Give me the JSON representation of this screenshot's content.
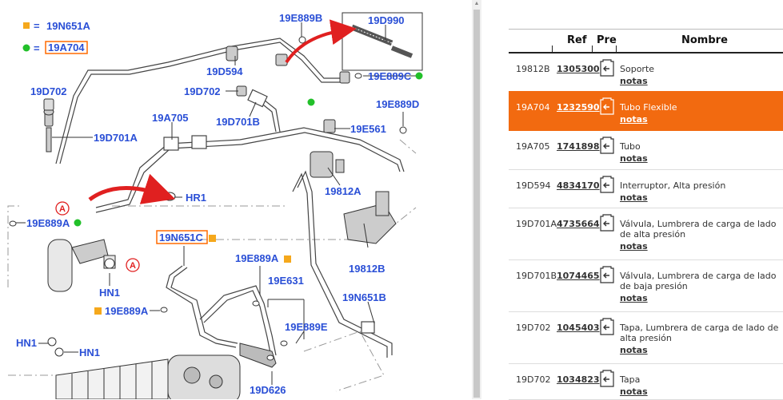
{
  "diagram": {
    "legend": [
      {
        "code": "19N651A",
        "marker_color": "#f5a81c",
        "marker": "square"
      },
      {
        "code": "19A704",
        "marker_color": "#22c02a",
        "marker": "dot",
        "highlighted": true
      }
    ],
    "callouts": [
      "19E889B",
      "19D990",
      "19E889C",
      "19D594",
      "19D702",
      "19D701B",
      "19E889D",
      "19D702",
      "19A705",
      "19E561",
      "19D701A",
      "HR1",
      "19812A",
      "A",
      "19E889A",
      "19N651C",
      "A",
      "19E889A",
      "HN1",
      "19E631",
      "19812B",
      "19N651B",
      "19E889A",
      "19E889E",
      "HN1",
      "HN1",
      "19D626"
    ],
    "colors": {
      "label": "#2a4fd6",
      "arrow": "#e02020",
      "highlight_box": "#ff6a00",
      "green": "#22c02a",
      "orange": "#f5a81c"
    }
  },
  "table": {
    "headers": {
      "ref": "Ref",
      "pre": "Pre",
      "name": "Nombre"
    },
    "selected_index": 1,
    "rows": [
      {
        "code": "19812B",
        "ref": "1305300",
        "name": "Soporte",
        "notes": "notas"
      },
      {
        "code": "19A704",
        "ref": "1232590",
        "name": "Tubo Flexible",
        "notes": "notas"
      },
      {
        "code": "19A705",
        "ref": "1741898",
        "name": "Tubo",
        "notes": "notas"
      },
      {
        "code": "19D594",
        "ref": "4834170",
        "name": "Interruptor, Alta presión",
        "notes": "notas"
      },
      {
        "code": "19D701A",
        "ref": "4735664",
        "name": "Válvula, Lumbrera de carga de lado de alta presión",
        "notes": "notas"
      },
      {
        "code": "19D701B",
        "ref": "1074465",
        "name": "Válvula, Lumbrera de carga de lado de baja presión",
        "notes": "notas"
      },
      {
        "code": "19D702",
        "ref": "1045403",
        "name": "Tapa, Lumbrera de carga de lado de alta presión",
        "notes": "notas"
      },
      {
        "code": "19D702",
        "ref": "1034823",
        "name": "Tapa",
        "notes": "notas"
      }
    ],
    "row_icon": "pre-select-arrow-icon",
    "selected_color": "#f26a10"
  }
}
